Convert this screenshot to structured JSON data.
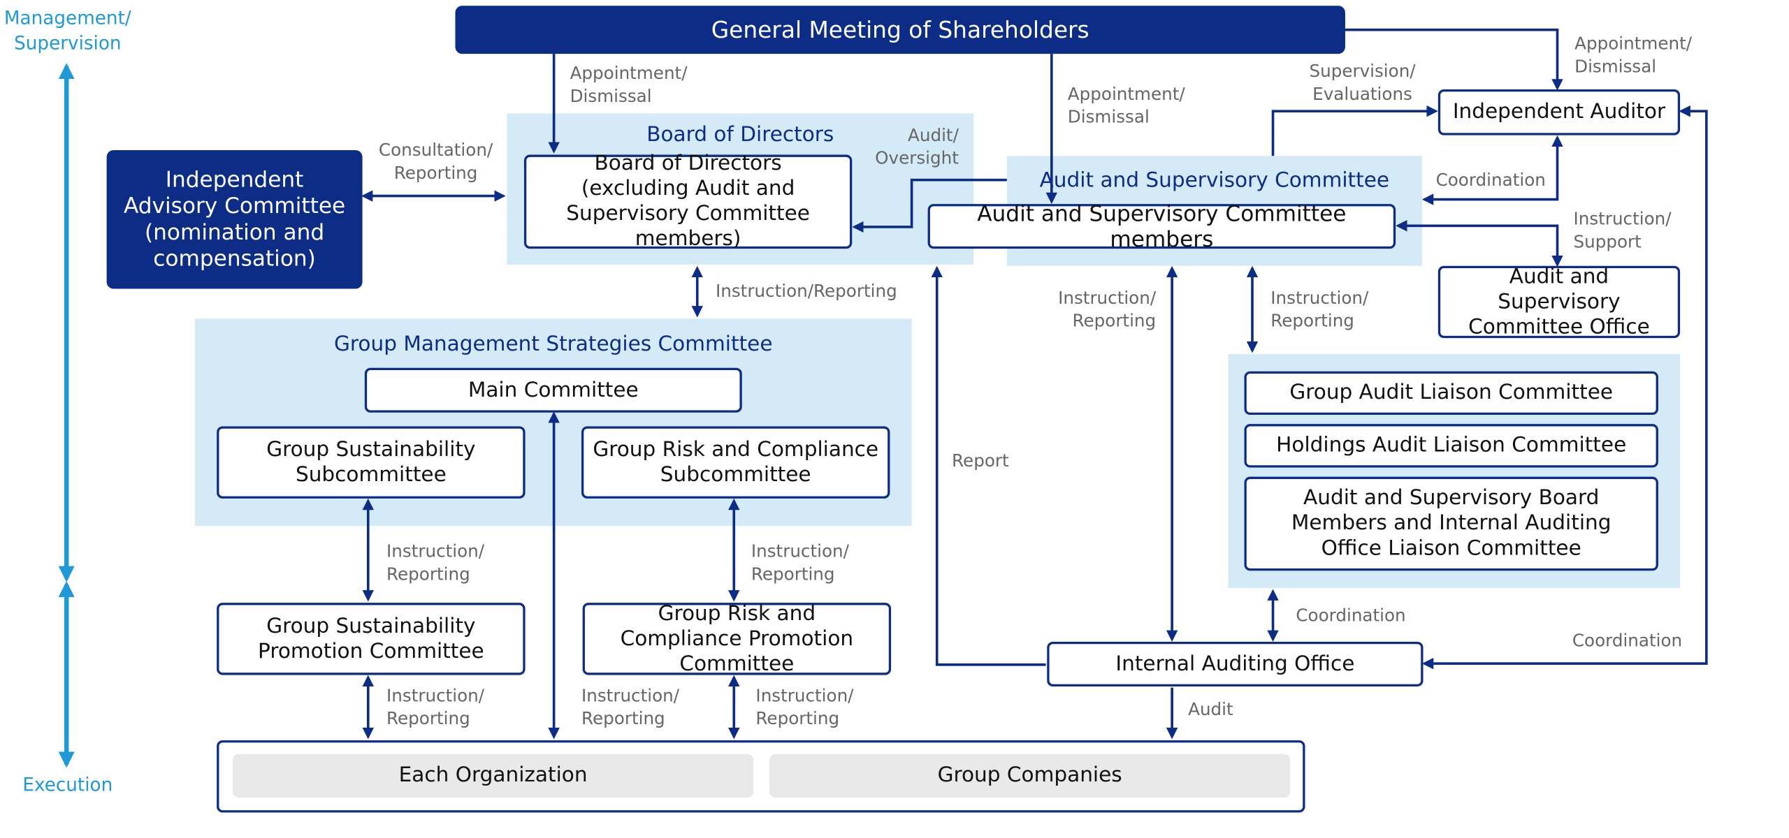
{
  "side_labels": {
    "top": "Management/\nSupervision",
    "bottom": "Execution"
  },
  "nodes": {
    "shareholders": "General Meeting of Shareholders",
    "independent_auditor": "Independent Auditor",
    "advisory_committee": "Independent Advisory Committee (nomination and compensation)",
    "board_zone_title": "Board of Directors",
    "board_excluding": "Board of Directors (excluding Audit and Supervisory Committee members)",
    "asc_zone_title": "Audit and Supervisory Committee",
    "asc_members": "Audit and Supervisory Committee members",
    "asc_office": "Audit and Supervisory Committee Office",
    "gmsc_zone_title": "Group Management Strategies Committee",
    "main_committee": "Main Committee",
    "sustainability_subcommittee": "Group Sustainability Subcommittee",
    "risk_subcommittee": "Group Risk and Compliance Subcommittee",
    "sustainability_promotion": "Group Sustainability Promotion Committee",
    "risk_promotion": "Group Risk and Compliance Promotion Committee",
    "group_audit_liaison": "Group Audit Liaison Committee",
    "holdings_audit_liaison": "Holdings Audit Liaison Committee",
    "board_members_liaison": "Audit and Supervisory Board Members and Internal Auditing Office Liaison Committee",
    "internal_auditing_office": "Internal Auditing Office",
    "each_organization": "Each Organization",
    "group_companies": "Group Companies"
  },
  "edge_labels": {
    "appointment_board": "Appointment/\nDismissal",
    "appointment_asc": "Appointment/\nDismissal",
    "appointment_auditor": "Appointment/\nDismissal",
    "supervision_evaluations": "Supervision/\nEvaluations",
    "consultation_reporting": "Consultation/\nReporting",
    "audit_oversight": "Audit/\nOversight",
    "coordination_auditor": "Coordination",
    "instruction_support": "Instruction/\nSupport",
    "instruction_reporting_board": "Instruction/Reporting",
    "instruction_reporting_iao": "Instruction/\nReporting",
    "instruction_reporting_liaison": "Instruction/\nReporting",
    "report": "Report",
    "instruction_reporting_sust": "Instruction/\nReporting",
    "instruction_reporting_risk": "Instruction/\nReporting",
    "coordination_liaison": "Coordination",
    "coordination_iao": "Coordination",
    "instruction_reporting_sust_org": "Instruction/\nReporting",
    "instruction_reporting_main_org": "Instruction/\nReporting",
    "instruction_reporting_risk_org": "Instruction/\nReporting",
    "audit": "Audit"
  },
  "colors": {
    "navy": "#0d2c86",
    "light_blue_zone": "#d5eaf7",
    "side_arrow": "#1f9ad6",
    "label_grey": "#666666",
    "grey_box": "#e9e9e9"
  }
}
